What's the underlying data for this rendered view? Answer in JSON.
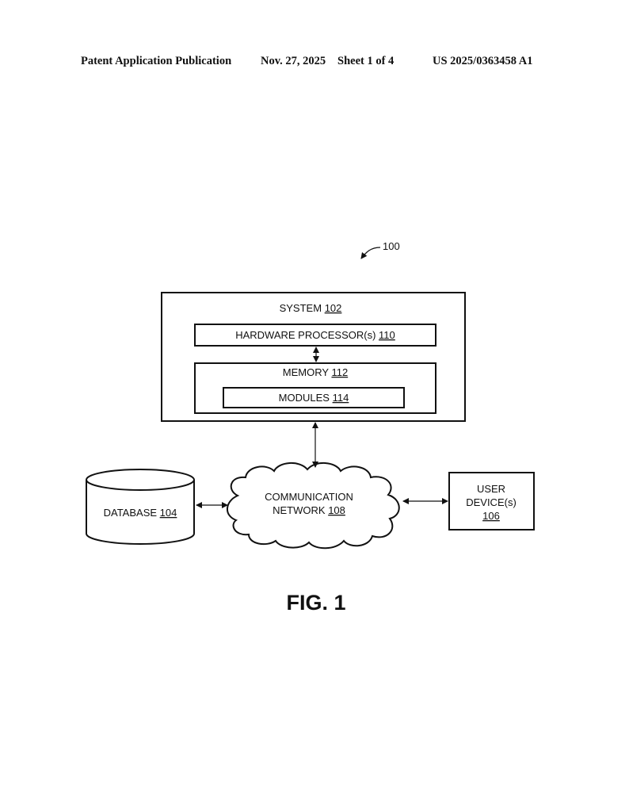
{
  "header": {
    "publication_type": "Patent Application Publication",
    "date": "Nov. 27, 2025",
    "sheet": "Sheet 1 of 4",
    "publication_number": "US 2025/0363458 A1"
  },
  "diagram": {
    "reference": "100",
    "system": {
      "label": "SYSTEM",
      "ref": "102"
    },
    "hardware_processor": {
      "label": "HARDWARE PROCESSOR(s)",
      "ref": "110"
    },
    "memory": {
      "label": "MEMORY",
      "ref": "112"
    },
    "modules": {
      "label": "MODULES",
      "ref": "114"
    },
    "database": {
      "label": "DATABASE",
      "ref": "104"
    },
    "network": {
      "line1": "COMMUNICATION",
      "line2": "NETWORK",
      "ref": "108"
    },
    "user_device": {
      "line1": "USER",
      "line2": "DEVICE(s)",
      "ref": "106"
    }
  },
  "figure_label": "FIG. 1"
}
